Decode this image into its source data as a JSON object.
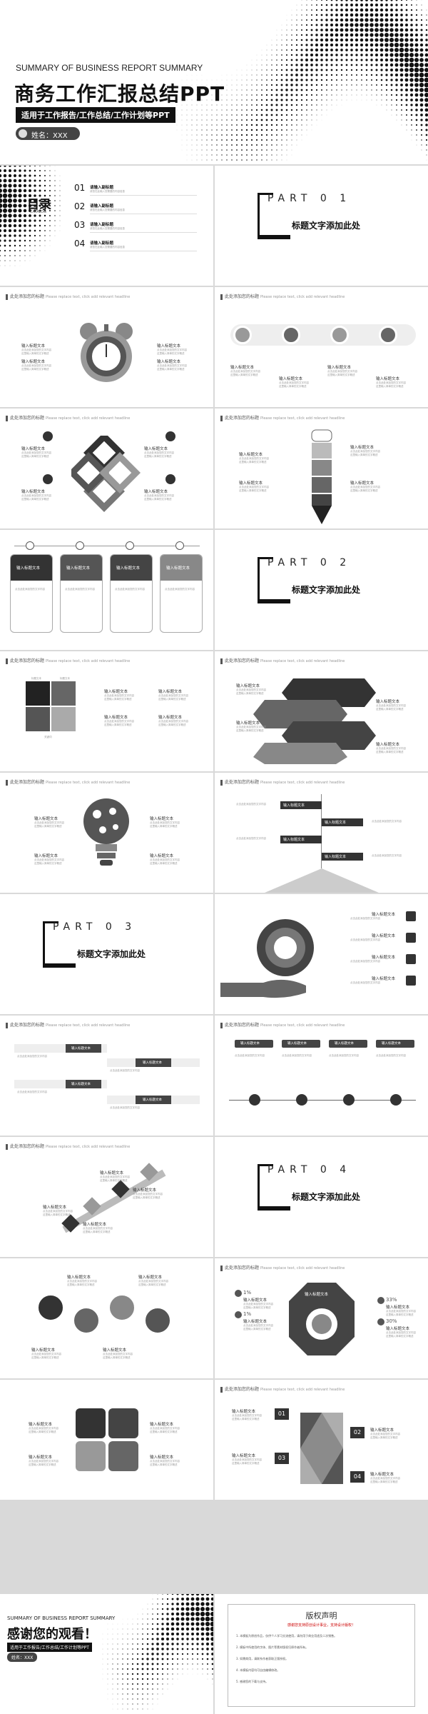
{
  "cover": {
    "subtitle_en": "SUMMARY OF BUSINESS REPORT SUMMARY",
    "title": "商务工作汇报总结PPT",
    "tagline": "适用于工作报告/工作总结/工作计划等PPT",
    "name": "姓名：XXX"
  },
  "catalog": {
    "title": "目录",
    "title_en": "CATALOG",
    "items": [
      {
        "num": "01",
        "text": "请输入副标题"
      },
      {
        "num": "02",
        "text": "请输入副标题"
      },
      {
        "num": "03",
        "text": "请输入副标题"
      },
      {
        "num": "04",
        "text": "请输入副标题"
      }
    ],
    "desc": "请您在此输入您需要的内容信息"
  },
  "parts": [
    {
      "word": "PART",
      "num": "0 1",
      "title": "标题文字添加此处"
    },
    {
      "word": "PART",
      "num": "0 2",
      "title": "标题文字添加此处"
    },
    {
      "word": "PART",
      "num": "0 3",
      "title": "标题文字添加此处"
    },
    {
      "word": "PART",
      "num": "0 4",
      "title": "标题文字添加此处"
    }
  ],
  "header": {
    "cn": "此处添加您的标题",
    "en": "Please replace text, click add relevant headline"
  },
  "common": {
    "input_title": "输入标题文本",
    "desc": "点击此处添加您的文字内容",
    "descb": "这里输入简单的文字概述"
  },
  "matrix": {
    "top1": "标题文本",
    "top2": "标题文本",
    "bottom": "关键词"
  },
  "percents": [
    "33%",
    "30%",
    "1%",
    "1%"
  ],
  "stair_nums": [
    "01",
    "02",
    "03",
    "04"
  ],
  "ending": {
    "subtitle_en": "SUMMARY OF BUSINESS REPORT SUMMARY",
    "title": "感谢您的观看！",
    "tagline": "适用于工作报告/工作总结/工作计划等PPT",
    "name": "姓名：XXX"
  },
  "copyright": {
    "title": "版权声明",
    "intro": "感谢您支持原创设计事业，支持设计版权！",
    "lines": [
      "1. 本模板为原创作品，仅供个人学习交流使用，请勿用于商业用途及二次销售。",
      "2. 模板中所使用的字体、图片等素材版权归原作者所有。",
      "3. 如需商用，请联系作者获取正版授权。",
      "4. 本模板内容均可自由编辑修改。",
      "5. 感谢您的下载与支持。"
    ]
  }
}
